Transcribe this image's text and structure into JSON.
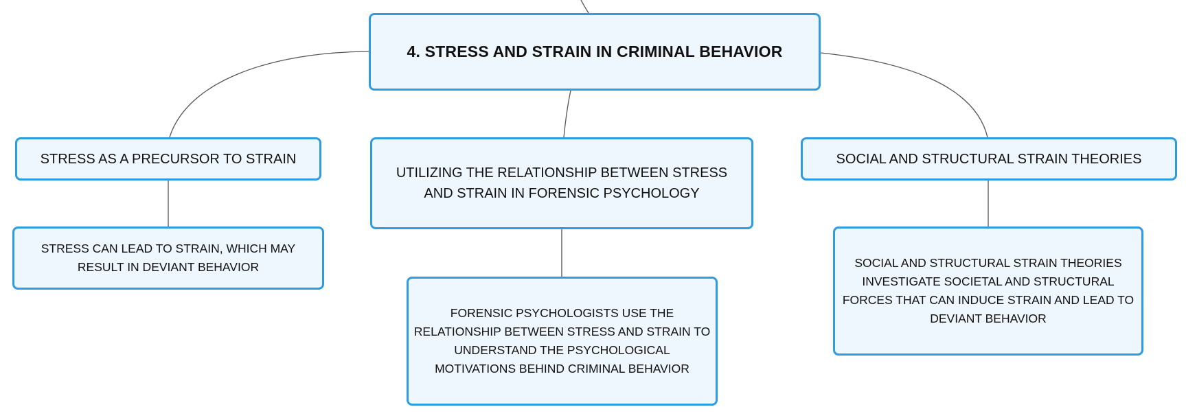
{
  "root": {
    "title": "4. STRESS AND STRAIN IN CRIMINAL BEHAVIOR"
  },
  "branches": [
    {
      "label": "STRESS AS A PRECURSOR TO STRAIN",
      "detail": "STRESS CAN LEAD TO STRAIN, WHICH MAY RESULT IN DEVIANT BEHAVIOR"
    },
    {
      "label": "UTILIZING THE RELATIONSHIP BETWEEN STRESS AND STRAIN IN FORENSIC PSYCHOLOGY",
      "detail": "FORENSIC PSYCHOLOGISTS USE THE RELATIONSHIP BETWEEN STRESS AND STRAIN TO UNDERSTAND THE PSYCHOLOGICAL MOTIVATIONS BEHIND CRIMINAL BEHAVIOR"
    },
    {
      "label": "SOCIAL AND STRUCTURAL STRAIN THEORIES",
      "detail": "SOCIAL AND STRUCTURAL STRAIN THEORIES INVESTIGATE SOCIETAL AND STRUCTURAL FORCES THAT CAN INDUCE STRAIN AND LEAD TO DEVIANT BEHAVIOR"
    }
  ],
  "colors": {
    "node_fill": "#eef7fd",
    "node_border": "#2f9be0",
    "connector": "#555555",
    "text": "#111111"
  }
}
